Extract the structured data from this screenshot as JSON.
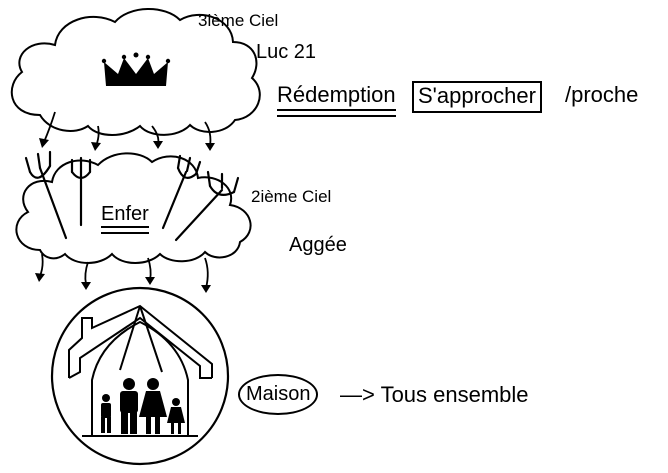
{
  "heaven3": {
    "label": "3ième Ciel",
    "reference": "Luc 21"
  },
  "heaven2": {
    "label": "2ième Ciel",
    "reference": "Aggée"
  },
  "redemption_line": {
    "redemption": "Rédemption",
    "approach": "S'approcher",
    "near": "/proche"
  },
  "hell": {
    "label": "Enfer"
  },
  "house_line": {
    "house": "Maison",
    "arrow_text": "—> Tous ensemble"
  },
  "icons": [
    "crown-icon",
    "pitchfork-icon",
    "house-icon",
    "family-icon",
    "arrow-icon"
  ]
}
